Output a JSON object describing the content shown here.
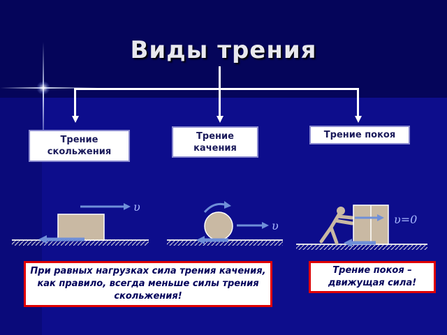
{
  "slide": {
    "title": "Виды трения",
    "categories": [
      {
        "id": "sliding",
        "label": "Трение скольжения"
      },
      {
        "id": "rolling",
        "label": "Трение качения"
      },
      {
        "id": "static",
        "label": "Трение покоя"
      }
    ],
    "scene_labels": {
      "velocity": "υ",
      "zero_velocity": "υ=0"
    },
    "notes": {
      "rolling_vs_sliding": "При равных нагрузках сила трения качения, как правило,  всегда меньше силы трения скольжения!",
      "static_friction": "Трение покоя – движущая сила!"
    }
  },
  "colors": {
    "background": "#0a0a7a",
    "box_fill": "#ffffff",
    "box_text": "#1a1a5a",
    "note_border": "#e00000",
    "arrow_blue": "#6f8fd8"
  }
}
